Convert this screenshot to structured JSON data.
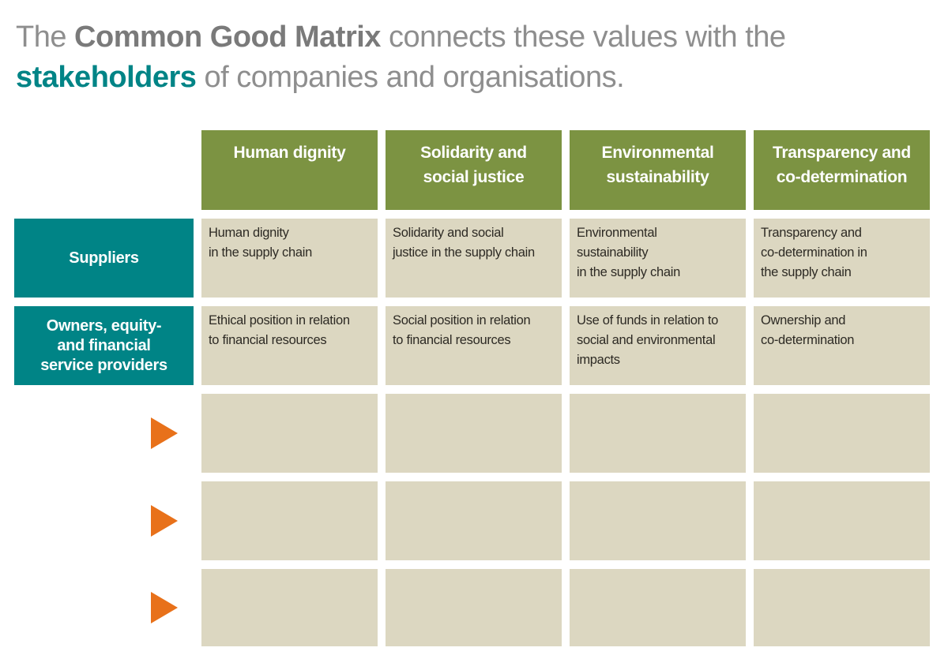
{
  "title": {
    "line1_pre": "The ",
    "line1_bold": "Common Good Matrix",
    "line1_post": " connects these values with the",
    "line2_accent": "stakeholders",
    "line2_post": " of companies and organisations."
  },
  "colors": {
    "green": "#7c9342",
    "teal": "#008486",
    "beige": "#dcd7c1",
    "orange": "#e8711a",
    "title_gray": "#8e8e8e",
    "title_bold_gray": "#7a7a7a",
    "cell_text": "#2d2a24"
  },
  "icons": {
    "row_bullet": "arrow-right-icon"
  },
  "matrix": {
    "column_headers": [
      "Human dignity",
      "Solidarity and\nsocial justice",
      "Environmental\nsustainability",
      "Transparency and\nco-determination"
    ],
    "rows": [
      {
        "header": "Suppliers",
        "header_type": "label",
        "cells": [
          "Human dignity\nin the supply chain",
          "Solidarity and social\njustice in the supply chain",
          "Environmental\nsustainability\nin the supply chain",
          "Transparency and\nco-determination in\nthe supply chain"
        ]
      },
      {
        "header": "Owners, equity-\nand financial\nservice providers",
        "header_type": "label",
        "cells": [
          "Ethical position in relation\nto financial resources",
          "Social position in relation\nto financial resources",
          "Use of funds in relation to\nsocial and environmental\nimpacts",
          "Ownership and\nco-determination"
        ]
      },
      {
        "header": "",
        "header_type": "arrow",
        "cells": [
          "",
          "",
          "",
          ""
        ]
      },
      {
        "header": "",
        "header_type": "arrow",
        "cells": [
          "",
          "",
          "",
          ""
        ]
      },
      {
        "header": "",
        "header_type": "arrow",
        "cells": [
          "",
          "",
          "",
          ""
        ]
      }
    ]
  }
}
